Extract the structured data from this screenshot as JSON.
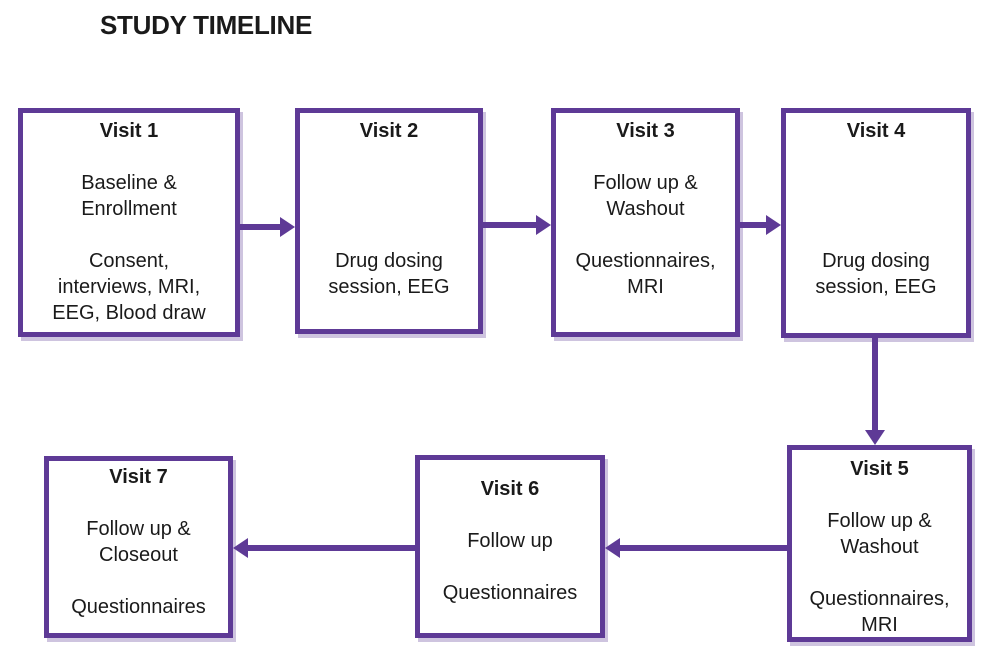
{
  "title": "STUDY TIMELINE",
  "theme": {
    "accent_purple": "#5E3A96",
    "text_color": "#1A1A1A",
    "background": "#FFFFFF"
  },
  "boxes": [
    {
      "id": "visit-1",
      "lines": [
        "Visit 1",
        "",
        "Baseline &",
        "Enrollment",
        "",
        "Consent,",
        "interviews, MRI,",
        "EEG, Blood draw"
      ]
    },
    {
      "id": "visit-2",
      "lines": [
        "Visit 2",
        "",
        "",
        "",
        "",
        "Drug dosing",
        "session, EEG"
      ]
    },
    {
      "id": "visit-3",
      "lines": [
        "Visit 3",
        "",
        "Follow up &",
        "Washout",
        "",
        "Questionnaires,",
        "MRI"
      ]
    },
    {
      "id": "visit-4",
      "lines": [
        "Visit 4",
        "",
        "",
        "",
        "",
        "Drug dosing",
        "session, EEG"
      ]
    },
    {
      "id": "visit-5",
      "lines": [
        "Visit 5",
        "",
        "Follow up &",
        "Washout",
        "",
        "Questionnaires,",
        "MRI"
      ]
    },
    {
      "id": "visit-6",
      "lines": [
        "Visit 6",
        "",
        "Follow up",
        "",
        "Questionnaires"
      ]
    },
    {
      "id": "visit-7",
      "lines": [
        "Visit 7",
        "",
        "Follow up &",
        "Closeout",
        "",
        "Questionnaires"
      ]
    }
  ],
  "arrows": [
    {
      "id": "arrow-visit1-to-visit2",
      "from": "visit-1",
      "to": "visit-2",
      "direction": "right"
    },
    {
      "id": "arrow-visit2-to-visit3",
      "from": "visit-2",
      "to": "visit-3",
      "direction": "right"
    },
    {
      "id": "arrow-visit3-to-visit4",
      "from": "visit-3",
      "to": "visit-4",
      "direction": "right"
    },
    {
      "id": "arrow-visit4-to-visit5",
      "from": "visit-4",
      "to": "visit-5",
      "direction": "down"
    },
    {
      "id": "arrow-visit5-to-visit6",
      "from": "visit-5",
      "to": "visit-6",
      "direction": "left"
    },
    {
      "id": "arrow-visit6-to-visit7",
      "from": "visit-6",
      "to": "visit-7",
      "direction": "left"
    }
  ]
}
